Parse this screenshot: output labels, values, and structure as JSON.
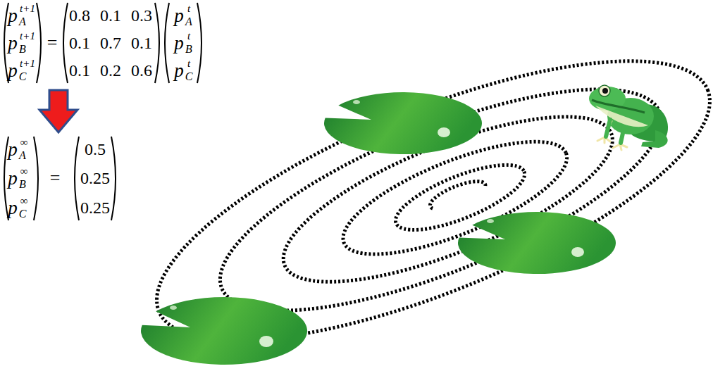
{
  "diagram": {
    "labels": [
      "p",
      "A",
      "t+1",
      "p",
      "B",
      "t+1",
      "p",
      "C",
      "t+1",
      "=",
      "0.8",
      "0.1",
      "0.3",
      "0.1",
      "0.7",
      "0.1",
      "0.1",
      "0.2",
      "0.6",
      "p",
      "A",
      "t",
      "p",
      "B",
      "t",
      "p",
      "C",
      "t",
      "p",
      "A",
      "∞",
      "p",
      "B",
      "∞",
      "p",
      "C",
      "∞",
      "=",
      "0.5",
      "0.25",
      "0.25"
    ]
  }
}
